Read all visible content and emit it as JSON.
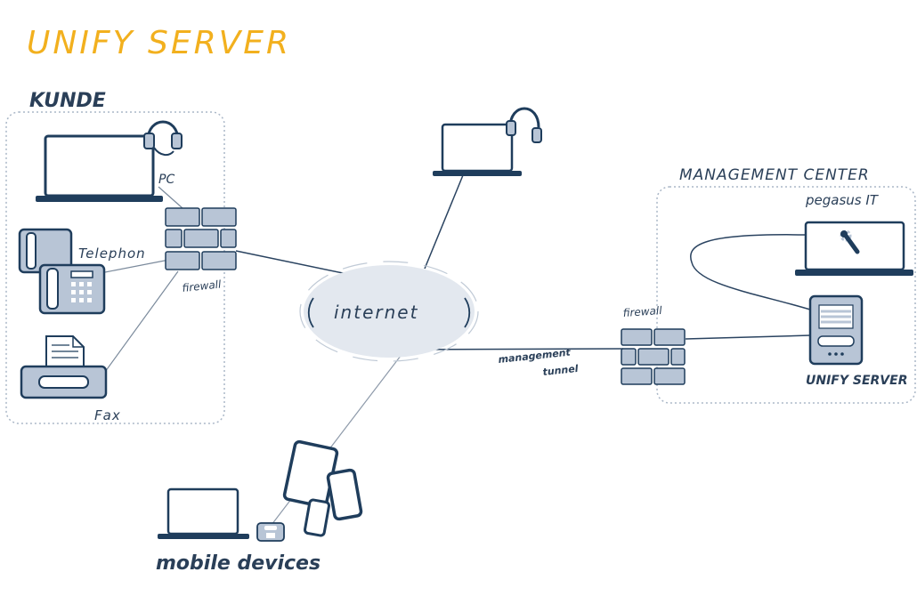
{
  "title": "UNIFY SERVER",
  "customer": {
    "label": "KUNDE",
    "pc": "PC",
    "telephone": "Telephon",
    "firewall": "firewall",
    "fax": "Fax"
  },
  "internet": "internet",
  "management_center": {
    "label": "MANAGEMENT CENTER",
    "company": "pegasus IT",
    "firewall": "firewall",
    "server": "UNIFY SERVER"
  },
  "tunnel": {
    "line1": "management",
    "line2": "tunnel"
  },
  "mobile": "mobile devices",
  "colors": {
    "accent": "#f2b01e",
    "navy": "#1f3d5c",
    "device_fill": "#b8c5d6",
    "cloud_fill": "#e3e8ef"
  },
  "icons": [
    "laptop-icon",
    "headset-icon",
    "desk-phone-icon",
    "fax-icon",
    "firewall-icon",
    "cloud-icon",
    "server-icon",
    "wrench-icon",
    "tablet-icon",
    "smartphone-icon"
  ]
}
